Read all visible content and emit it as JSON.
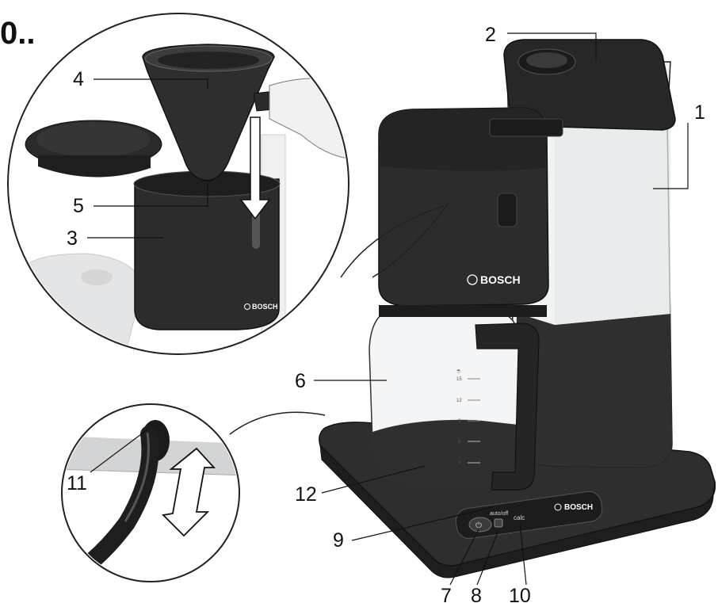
{
  "heading": "0..",
  "brand": {
    "logo_text": "BOSCH",
    "logo_mark": "bosch-armature-mark"
  },
  "panel_labels": {
    "auto_off": "auto/off",
    "calc": "calc",
    "power_icon": "power-icon",
    "aroma_icon": "cup-icon"
  },
  "jug_scale": {
    "cup_icon": "cup-icon",
    "ticks": [
      "15",
      "12",
      "9",
      "6",
      "3"
    ]
  },
  "callouts": [
    {
      "id": "1",
      "label": "1"
    },
    {
      "id": "2",
      "label": "2"
    },
    {
      "id": "3",
      "label": "3"
    },
    {
      "id": "4",
      "label": "4"
    },
    {
      "id": "5",
      "label": "5"
    },
    {
      "id": "6",
      "label": "6"
    },
    {
      "id": "7",
      "label": "7"
    },
    {
      "id": "8",
      "label": "8"
    },
    {
      "id": "9",
      "label": "9"
    },
    {
      "id": "10",
      "label": "10"
    },
    {
      "id": "11",
      "label": "11"
    },
    {
      "id": "12",
      "label": "12"
    }
  ],
  "colors": {
    "body": "#2c2c2c",
    "body_light": "#3a3a3a",
    "glass": "#eef0f1",
    "water": "#c9cccf",
    "outline": "#1a1a1a"
  }
}
